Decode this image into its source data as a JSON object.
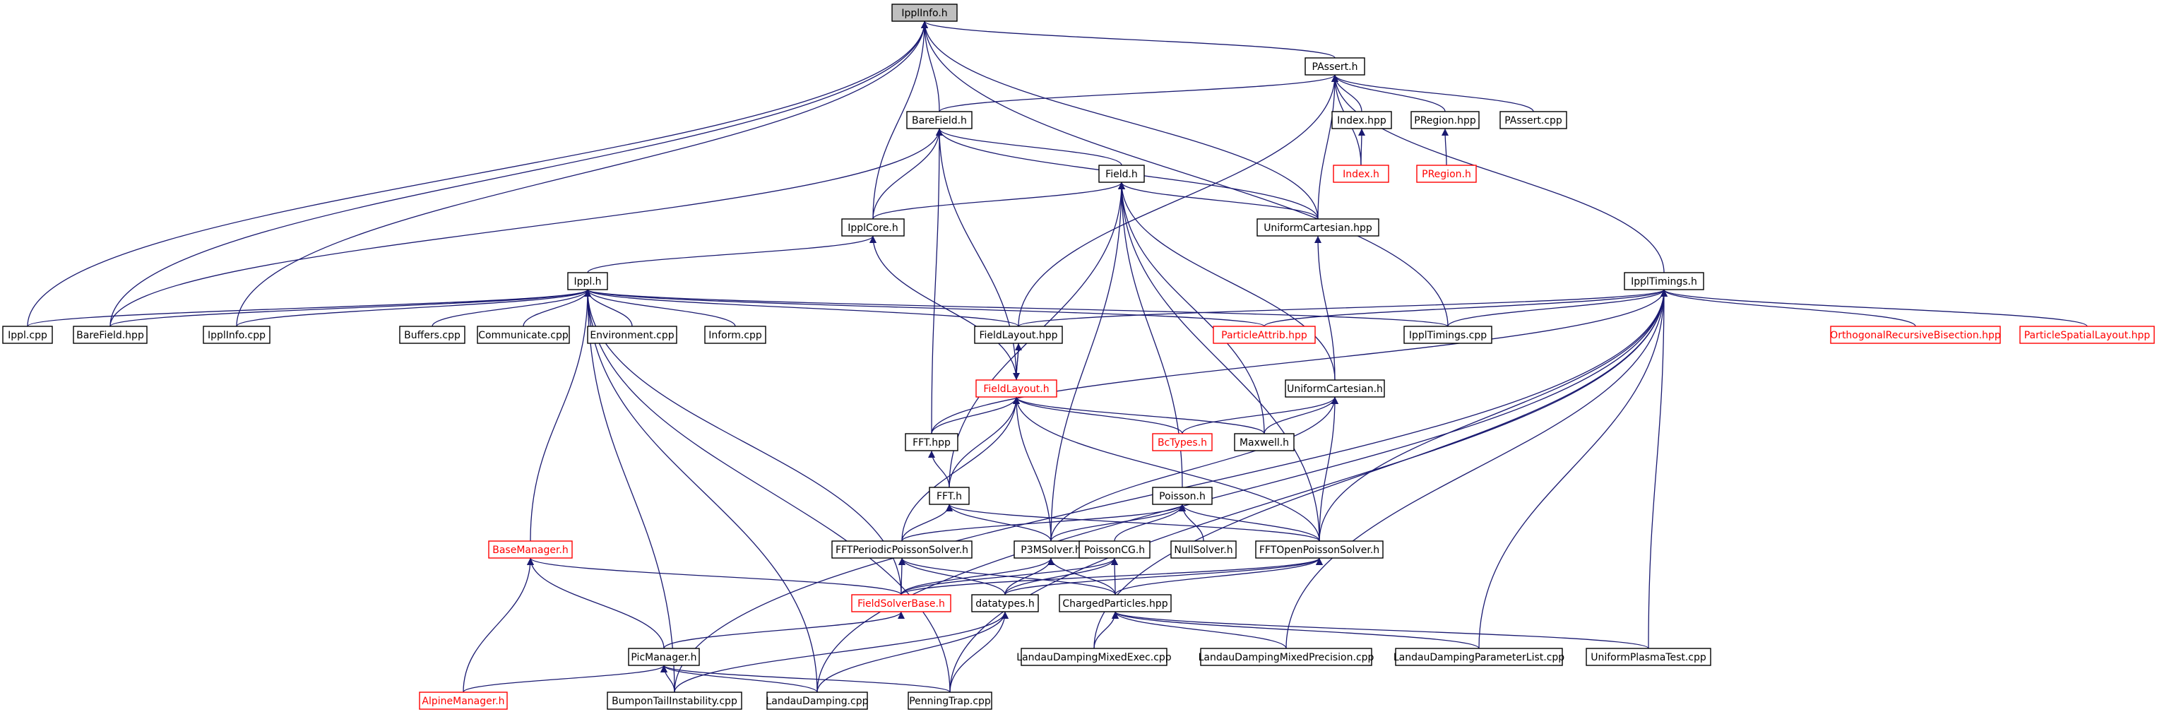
{
  "graph": {
    "edge_color": "#191970",
    "node_border_color": "#000000",
    "missing_border_color": "#ff0000",
    "highlight_fill": "#bfbfbf",
    "nodes": [
      {
        "id": "ipplinfo_h",
        "label": "IpplInfo.h",
        "style": "highlight"
      },
      {
        "id": "passert_h",
        "label": "PAssert.h",
        "style": "normal"
      },
      {
        "id": "barefield_h",
        "label": "BareField.h",
        "style": "normal"
      },
      {
        "id": "index_hpp",
        "label": "Index.hpp",
        "style": "normal"
      },
      {
        "id": "pregion_hpp",
        "label": "PRegion.hpp",
        "style": "normal"
      },
      {
        "id": "passert_cpp",
        "label": "PAssert.cpp",
        "style": "normal"
      },
      {
        "id": "index_h",
        "label": "Index.h",
        "style": "missing"
      },
      {
        "id": "pregion_h",
        "label": "PRegion.h",
        "style": "missing"
      },
      {
        "id": "field_h",
        "label": "Field.h",
        "style": "normal"
      },
      {
        "id": "ipplcore_h",
        "label": "IpplCore.h",
        "style": "normal"
      },
      {
        "id": "uniformcartesian_hpp",
        "label": "UniformCartesian.hpp",
        "style": "normal"
      },
      {
        "id": "ippl_h",
        "label": "Ippl.h",
        "style": "normal"
      },
      {
        "id": "ippltimings_h",
        "label": "IpplTimings.h",
        "style": "normal"
      },
      {
        "id": "ippl_cpp",
        "label": "Ippl.cpp",
        "style": "normal"
      },
      {
        "id": "barefield_hpp",
        "label": "BareField.hpp",
        "style": "normal"
      },
      {
        "id": "ipplinfo_cpp",
        "label": "IpplInfo.cpp",
        "style": "normal"
      },
      {
        "id": "buffers_cpp",
        "label": "Buffers.cpp",
        "style": "normal"
      },
      {
        "id": "communicate_cpp",
        "label": "Communicate.cpp",
        "style": "normal"
      },
      {
        "id": "environment_cpp",
        "label": "Environment.cpp",
        "style": "normal"
      },
      {
        "id": "inform_cpp",
        "label": "Inform.cpp",
        "style": "normal"
      },
      {
        "id": "fieldlayout_hpp",
        "label": "FieldLayout.hpp",
        "style": "normal"
      },
      {
        "id": "particleattrib_hpp",
        "label": "ParticleAttrib.hpp",
        "style": "missing"
      },
      {
        "id": "ippltimings_cpp",
        "label": "IpplTimings.cpp",
        "style": "normal"
      },
      {
        "id": "orb_hpp",
        "label": "OrthogonalRecursiveBisection.hpp",
        "style": "missing"
      },
      {
        "id": "particlespatiallayout_hpp",
        "label": "ParticleSpatialLayout.hpp",
        "style": "missing"
      },
      {
        "id": "fieldlayout_h",
        "label": "FieldLayout.h",
        "style": "missing"
      },
      {
        "id": "uniformcartesian_h",
        "label": "UniformCartesian.h",
        "style": "normal"
      },
      {
        "id": "fft_hpp",
        "label": "FFT.hpp",
        "style": "normal"
      },
      {
        "id": "bctypes_h",
        "label": "BcTypes.h",
        "style": "missing"
      },
      {
        "id": "maxwell_h",
        "label": "Maxwell.h",
        "style": "normal"
      },
      {
        "id": "fft_h",
        "label": "FFT.h",
        "style": "normal"
      },
      {
        "id": "poisson_h",
        "label": "Poisson.h",
        "style": "normal"
      },
      {
        "id": "basemanager_h",
        "label": "BaseManager.h",
        "style": "missing"
      },
      {
        "id": "fftperiodic_h",
        "label": "FFTPeriodicPoissonSolver.h",
        "style": "normal"
      },
      {
        "id": "p3msolver_h",
        "label": "P3MSolver.h",
        "style": "normal"
      },
      {
        "id": "poissoncg_h",
        "label": "PoissonCG.h",
        "style": "normal"
      },
      {
        "id": "nullsolver_h",
        "label": "NullSolver.h",
        "style": "normal"
      },
      {
        "id": "fftopen_h",
        "label": "FFTOpenPoissonSolver.h",
        "style": "normal"
      },
      {
        "id": "fieldsolverbase_h",
        "label": "FieldSolverBase.h",
        "style": "missing"
      },
      {
        "id": "datatypes_h",
        "label": "datatypes.h",
        "style": "normal"
      },
      {
        "id": "chargedparticles_hpp",
        "label": "ChargedParticles.hpp",
        "style": "normal"
      },
      {
        "id": "picmanager_h",
        "label": "PicManager.h",
        "style": "normal"
      },
      {
        "id": "ldmixedexec_cpp",
        "label": "LandauDampingMixedExec.cpp",
        "style": "normal"
      },
      {
        "id": "ldmixedprec_cpp",
        "label": "LandauDampingMixedPrecision.cpp",
        "style": "normal"
      },
      {
        "id": "ldparamlist_cpp",
        "label": "LandauDampingParameterList.cpp",
        "style": "normal"
      },
      {
        "id": "uniformplasmatest_cpp",
        "label": "UniformPlasmaTest.cpp",
        "style": "normal"
      },
      {
        "id": "alpinemanager_h",
        "label": "AlpineManager.h",
        "style": "missing"
      },
      {
        "id": "bumpontail_cpp",
        "label": "BumponTailInstability.cpp",
        "style": "normal"
      },
      {
        "id": "landaudamping_cpp",
        "label": "LandauDamping.cpp",
        "style": "normal"
      },
      {
        "id": "penningtrap_cpp",
        "label": "PenningTrap.cpp",
        "style": "normal"
      }
    ],
    "edges": [
      [
        "passert_h",
        "ipplinfo_h"
      ],
      [
        "barefield_h",
        "ipplinfo_h"
      ],
      [
        "ipplcore_h",
        "ipplinfo_h"
      ],
      [
        "uniformcartesian_hpp",
        "ipplinfo_h"
      ],
      [
        "ippl_cpp",
        "ipplinfo_h"
      ],
      [
        "barefield_hpp",
        "ipplinfo_h"
      ],
      [
        "ipplinfo_cpp",
        "ipplinfo_h"
      ],
      [
        "ippltimings_cpp",
        "ipplinfo_h"
      ],
      [
        "index_hpp",
        "passert_h"
      ],
      [
        "pregion_hpp",
        "passert_h"
      ],
      [
        "passert_cpp",
        "passert_h"
      ],
      [
        "barefield_h",
        "passert_h"
      ],
      [
        "uniformcartesian_hpp",
        "passert_h"
      ],
      [
        "index_h",
        "passert_h"
      ],
      [
        "fieldlayout_hpp",
        "passert_h"
      ],
      [
        "ippltimings_h",
        "passert_h"
      ],
      [
        "index_h",
        "index_hpp"
      ],
      [
        "pregion_h",
        "pregion_hpp"
      ],
      [
        "field_h",
        "barefield_h"
      ],
      [
        "ipplcore_h",
        "barefield_h"
      ],
      [
        "uniformcartesian_hpp",
        "barefield_h"
      ],
      [
        "barefield_hpp",
        "barefield_h"
      ],
      [
        "fieldlayout_h",
        "barefield_h"
      ],
      [
        "fft_hpp",
        "barefield_h"
      ],
      [
        "ipplcore_h",
        "field_h"
      ],
      [
        "uniformcartesian_hpp",
        "field_h"
      ],
      [
        "uniformcartesian_h",
        "field_h"
      ],
      [
        "maxwell_h",
        "field_h"
      ],
      [
        "fft_h",
        "field_h"
      ],
      [
        "poisson_h",
        "field_h"
      ],
      [
        "p3msolver_h",
        "field_h"
      ],
      [
        "fftopen_h",
        "field_h"
      ],
      [
        "ippl_h",
        "ipplcore_h"
      ],
      [
        "fieldlayout_h",
        "ipplcore_h"
      ],
      [
        "uniformcartesian_h",
        "uniformcartesian_hpp"
      ],
      [
        "ippl_cpp",
        "ippl_h"
      ],
      [
        "barefield_hpp",
        "ippl_h"
      ],
      [
        "ipplinfo_cpp",
        "ippl_h"
      ],
      [
        "buffers_cpp",
        "ippl_h"
      ],
      [
        "communicate_cpp",
        "ippl_h"
      ],
      [
        "environment_cpp",
        "ippl_h"
      ],
      [
        "inform_cpp",
        "ippl_h"
      ],
      [
        "fieldlayout_hpp",
        "ippl_h"
      ],
      [
        "particleattrib_hpp",
        "ippl_h"
      ],
      [
        "ippltimings_cpp",
        "ippl_h"
      ],
      [
        "basemanager_h",
        "ippl_h"
      ],
      [
        "bumpontail_cpp",
        "ippl_h"
      ],
      [
        "landaudamping_cpp",
        "ippl_h"
      ],
      [
        "penningtrap_cpp",
        "ippl_h"
      ],
      [
        "fieldsolverbase_h",
        "ippl_h"
      ],
      [
        "fieldlayout_hpp",
        "ippltimings_h"
      ],
      [
        "particleattrib_hpp",
        "ippltimings_h"
      ],
      [
        "ippltimings_cpp",
        "ippltimings_h"
      ],
      [
        "orb_hpp",
        "ippltimings_h"
      ],
      [
        "particlespatiallayout_hpp",
        "ippltimings_h"
      ],
      [
        "fft_hpp",
        "ippltimings_h"
      ],
      [
        "fftopen_h",
        "ippltimings_h"
      ],
      [
        "ldmixedexec_cpp",
        "ippltimings_h"
      ],
      [
        "ldmixedprec_cpp",
        "ippltimings_h"
      ],
      [
        "ldparamlist_cpp",
        "ippltimings_h"
      ],
      [
        "uniformplasmatest_cpp",
        "ippltimings_h"
      ],
      [
        "bumpontail_cpp",
        "ippltimings_h"
      ],
      [
        "landaudamping_cpp",
        "ippltimings_h"
      ],
      [
        "penningtrap_cpp",
        "ippltimings_h"
      ],
      [
        "fieldlayout_h",
        "fieldlayout_hpp"
      ],
      [
        "fieldlayout_hpp",
        "fieldlayout_h"
      ],
      [
        "fft_hpp",
        "fieldlayout_h"
      ],
      [
        "bctypes_h",
        "fieldlayout_h"
      ],
      [
        "maxwell_h",
        "fieldlayout_h"
      ],
      [
        "fft_h",
        "fieldlayout_h"
      ],
      [
        "p3msolver_h",
        "fieldlayout_h"
      ],
      [
        "fftperiodic_h",
        "fieldlayout_h"
      ],
      [
        "fftopen_h",
        "fieldlayout_h"
      ],
      [
        "bctypes_h",
        "uniformcartesian_h"
      ],
      [
        "maxwell_h",
        "uniformcartesian_h"
      ],
      [
        "p3msolver_h",
        "uniformcartesian_h"
      ],
      [
        "fftopen_h",
        "uniformcartesian_h"
      ],
      [
        "fft_h",
        "fft_hpp"
      ],
      [
        "fftperiodic_h",
        "fft_h"
      ],
      [
        "p3msolver_h",
        "fft_h"
      ],
      [
        "fftopen_h",
        "fft_h"
      ],
      [
        "fftperiodic_h",
        "poisson_h"
      ],
      [
        "p3msolver_h",
        "poisson_h"
      ],
      [
        "poissoncg_h",
        "poisson_h"
      ],
      [
        "nullsolver_h",
        "poisson_h"
      ],
      [
        "fftopen_h",
        "poisson_h"
      ],
      [
        "fieldsolverbase_h",
        "fftperiodic_h"
      ],
      [
        "datatypes_h",
        "fftperiodic_h"
      ],
      [
        "chargedparticles_hpp",
        "fftperiodic_h"
      ],
      [
        "fieldsolverbase_h",
        "p3msolver_h"
      ],
      [
        "datatypes_h",
        "p3msolver_h"
      ],
      [
        "chargedparticles_hpp",
        "p3msolver_h"
      ],
      [
        "fieldsolverbase_h",
        "poissoncg_h"
      ],
      [
        "datatypes_h",
        "poissoncg_h"
      ],
      [
        "chargedparticles_hpp",
        "poissoncg_h"
      ],
      [
        "fieldsolverbase_h",
        "fftopen_h"
      ],
      [
        "datatypes_h",
        "fftopen_h"
      ],
      [
        "chargedparticles_hpp",
        "fftopen_h"
      ],
      [
        "fieldsolverbase_h",
        "basemanager_h"
      ],
      [
        "picmanager_h",
        "basemanager_h"
      ],
      [
        "alpinemanager_h",
        "basemanager_h"
      ],
      [
        "picmanager_h",
        "fieldsolverbase_h"
      ],
      [
        "bumpontail_cpp",
        "datatypes_h"
      ],
      [
        "landaudamping_cpp",
        "datatypes_h"
      ],
      [
        "penningtrap_cpp",
        "datatypes_h"
      ],
      [
        "ldmixedexec_cpp",
        "chargedparticles_hpp"
      ],
      [
        "ldmixedprec_cpp",
        "chargedparticles_hpp"
      ],
      [
        "ldparamlist_cpp",
        "chargedparticles_hpp"
      ],
      [
        "uniformplasmatest_cpp",
        "chargedparticles_hpp"
      ],
      [
        "alpinemanager_h",
        "picmanager_h"
      ],
      [
        "bumpontail_cpp",
        "picmanager_h"
      ],
      [
        "landaudamping_cpp",
        "picmanager_h"
      ],
      [
        "penningtrap_cpp",
        "picmanager_h"
      ]
    ]
  }
}
